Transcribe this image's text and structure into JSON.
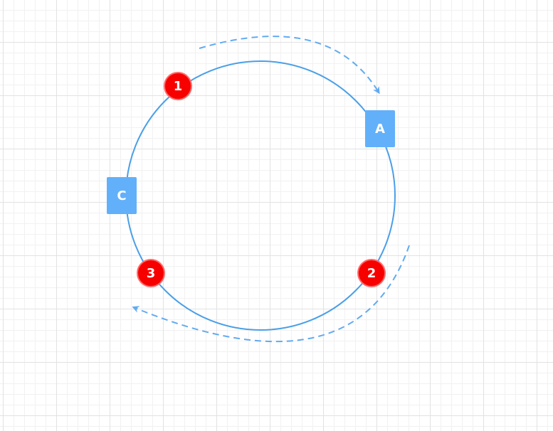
{
  "diagram": {
    "nodes": [
      {
        "id": "A",
        "label": "A"
      },
      {
        "id": "C",
        "label": "C"
      }
    ],
    "badges": [
      {
        "id": "1",
        "label": "1"
      },
      {
        "id": "2",
        "label": "2"
      },
      {
        "id": "3",
        "label": "3"
      }
    ]
  },
  "colors": {
    "ring": "#4a9fe8",
    "node": "#62b0fa",
    "badge": "#f70000",
    "badge_border": "#ff6b6b",
    "arrow": "#62aaf0",
    "grid_major": "#e2e2e2",
    "grid_minor": "#f1f1f1"
  }
}
